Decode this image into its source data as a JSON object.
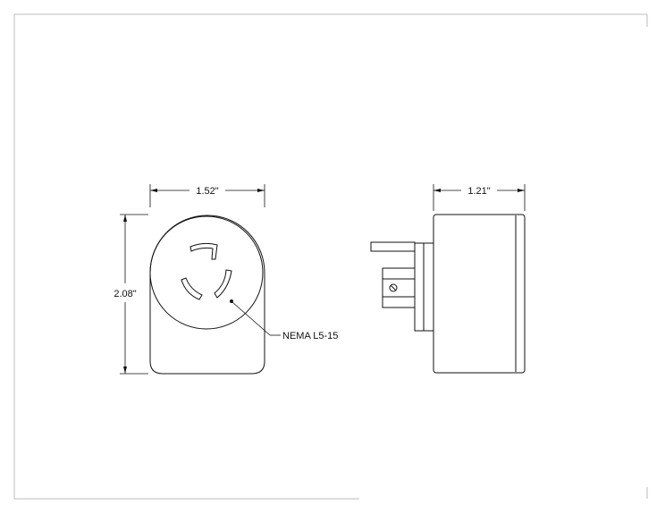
{
  "dimensions": {
    "front_width": "1.52\"",
    "front_height": "2.08\"",
    "side_depth": "1.21\""
  },
  "callout": {
    "label": "NEMA L5-15"
  },
  "colors": {
    "line": "#111111",
    "frame": "#bbbbbb"
  }
}
